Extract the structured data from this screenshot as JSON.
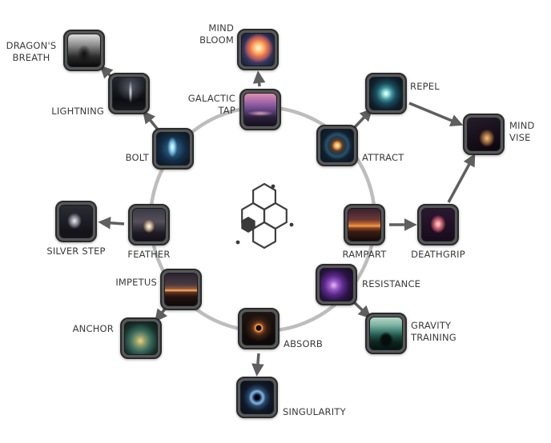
{
  "colors": {
    "background": "#ffffff",
    "ring": "#bdbdbd",
    "edge": "#5f5f5f",
    "label": "#3a3a3a",
    "icon_frame": "#57585a"
  },
  "center_emblem": "hexagon-cluster-logo",
  "nodes": {
    "dragons_breath": {
      "label": [
        "DRAGON'S",
        "BREATH"
      ]
    },
    "lightning": {
      "label": [
        "LIGHTNING"
      ]
    },
    "bolt": {
      "label": [
        "BOLT"
      ]
    },
    "mind_bloom": {
      "label": [
        "MIND",
        "BLOOM"
      ]
    },
    "galactic_tap": {
      "label": [
        "GALACTIC",
        "TAP"
      ]
    },
    "attract": {
      "label": [
        "ATTRACT"
      ]
    },
    "repel": {
      "label": [
        "REPEL"
      ]
    },
    "mind_vise": {
      "label": [
        "MIND",
        "VISE"
      ]
    },
    "deathgrip": {
      "label": [
        "DEATHGRIP"
      ]
    },
    "rampart": {
      "label": [
        "RAMPART"
      ]
    },
    "resistance": {
      "label": [
        "RESISTANCE"
      ]
    },
    "gravity_training": {
      "label": [
        "GRAVITY",
        "TRAINING"
      ]
    },
    "absorb": {
      "label": [
        "ABSORB"
      ]
    },
    "singularity": {
      "label": [
        "SINGULARITY"
      ]
    },
    "impetus": {
      "label": [
        "IMPETUS"
      ]
    },
    "anchor": {
      "label": [
        "ANCHOR"
      ]
    },
    "feather": {
      "label": [
        "FEATHER"
      ]
    },
    "silver_step": {
      "label": [
        "SILVER STEP"
      ]
    }
  },
  "ring_nodes": [
    "galactic_tap",
    "attract",
    "rampart",
    "resistance",
    "absorb",
    "impetus",
    "feather",
    "bolt"
  ],
  "edges": [
    {
      "from": "galactic_tap",
      "to": "mind_bloom"
    },
    {
      "from": "bolt",
      "to": "lightning"
    },
    {
      "from": "lightning",
      "to": "dragons_breath"
    },
    {
      "from": "feather",
      "to": "silver_step"
    },
    {
      "from": "impetus",
      "to": "anchor"
    },
    {
      "from": "absorb",
      "to": "singularity"
    },
    {
      "from": "resistance",
      "to": "gravity_training"
    },
    {
      "from": "rampart",
      "to": "deathgrip"
    },
    {
      "from": "deathgrip",
      "to": "mind_vise"
    },
    {
      "from": "attract",
      "to": "repel"
    },
    {
      "from": "repel",
      "to": "mind_vise"
    }
  ]
}
